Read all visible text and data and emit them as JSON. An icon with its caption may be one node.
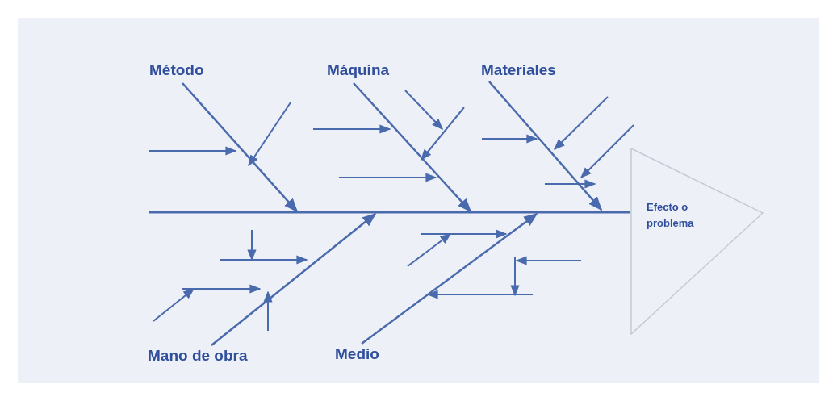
{
  "diagram": {
    "nodes": [
      {
        "text": [
          "Método"
        ]
      },
      {
        "text": [
          "Máquina"
        ]
      },
      {
        "text": [
          "Materiales"
        ]
      },
      {
        "text": [
          "Mano de obra"
        ]
      },
      {
        "text": [
          "Medio"
        ]
      },
      {
        "text": [
          "Efecto o problema"
        ]
      }
    ],
    "edges": [
      {
        "from": 0,
        "to": null,
        "arrow": "to"
      },
      {
        "from": 1,
        "to": null,
        "arrow": "to"
      },
      {
        "from": 2,
        "to": null,
        "arrow": "to"
      },
      {
        "from": 3,
        "to": null,
        "arrow": "to"
      },
      {
        "from": 4,
        "to": null,
        "arrow": "to"
      },
      {
        "from": null,
        "to": 5,
        "arrow": "none"
      }
    ]
  }
}
